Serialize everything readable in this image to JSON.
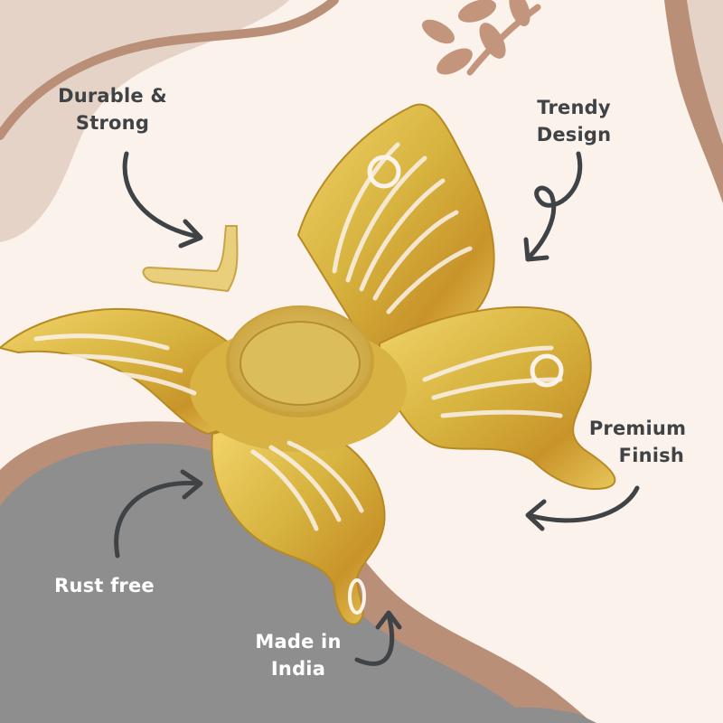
{
  "callouts": {
    "durable": {
      "line1": "Durable &",
      "line2": "Strong"
    },
    "trendy": {
      "line1": "Trendy",
      "line2": "Design"
    },
    "premium": {
      "line1": "Premium",
      "line2": "Finish"
    },
    "rust": {
      "line1": "Rust free"
    },
    "made_in": {
      "line1": "Made in",
      "line2": "India"
    }
  },
  "colors": {
    "background": "#fbf2ec",
    "beige_blob": "#e6d3c8",
    "brown_accent": "#b98f78",
    "grey_blob": "#8e8e8e",
    "arrow": "#3f4346",
    "gold": "#d7b33f",
    "gold_dark": "#a97a1a"
  },
  "product": {
    "icon": "butterfly-tealight-holder-icon"
  }
}
